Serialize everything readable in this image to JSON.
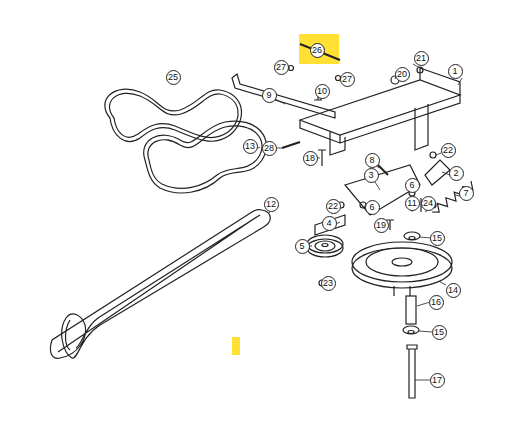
{
  "diagram": {
    "labels": [
      "26",
      "21",
      "27",
      "20",
      "1",
      "27",
      "25",
      "10",
      "9",
      "13",
      "28",
      "22",
      "18",
      "8",
      "2",
      "3",
      "6",
      "7",
      "12",
      "11",
      "24",
      "22",
      "6",
      "4",
      "19",
      "15",
      "5",
      "23",
      "14",
      "16",
      "15",
      "17"
    ]
  }
}
